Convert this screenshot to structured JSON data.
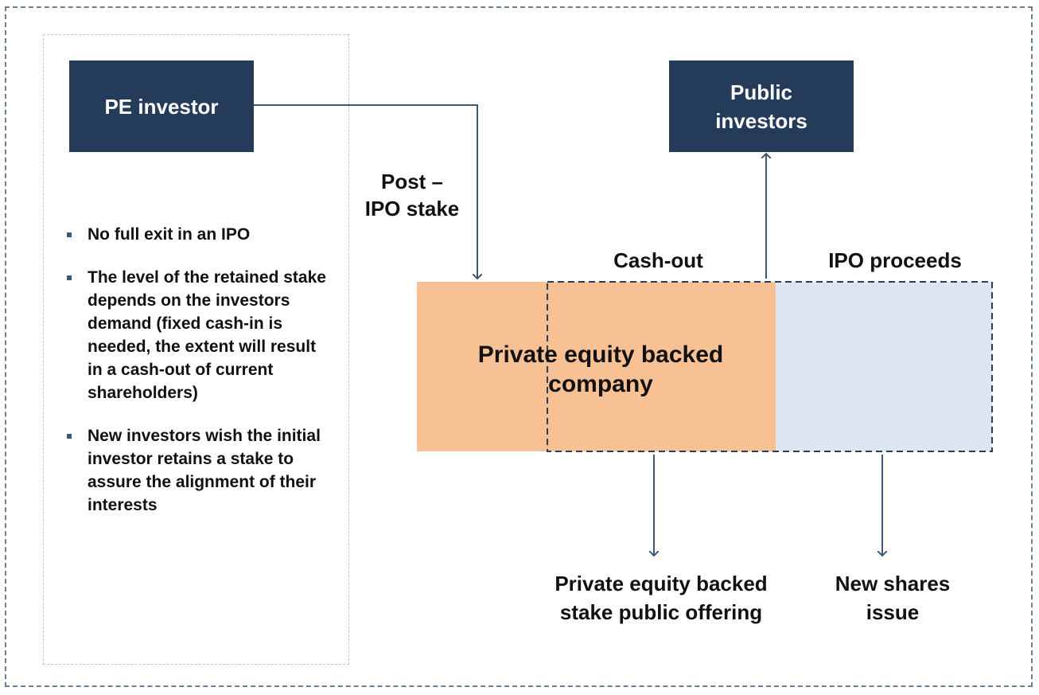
{
  "pe_investor": {
    "label": "PE investor"
  },
  "public_investors": {
    "label": "Public investors"
  },
  "notes": [
    {
      "text": "No full exit in an IPO"
    },
    {
      "text": "The level of the retained stake depends on the investors demand (fixed cash-in is needed, the extent will result in a cash-out of current shareholders)"
    },
    {
      "text": "New investors wish the initial investor retains a stake to assure the alignment of their interests"
    }
  ],
  "post_ipo_stake": {
    "label": "Post – IPO stake"
  },
  "cash_out": {
    "label": "Cash-out"
  },
  "ipo_proceeds": {
    "label": "IPO proceeds"
  },
  "company": {
    "label": "Private equity backed company"
  },
  "pe_offering": {
    "label": "Private equity backed stake public offering"
  },
  "new_shares": {
    "label": "New shares issue"
  },
  "colors": {
    "navy": "#243b5a",
    "orange": "#f7c193",
    "light_blue": "#dce5f0",
    "arrow": "#3c5777"
  }
}
